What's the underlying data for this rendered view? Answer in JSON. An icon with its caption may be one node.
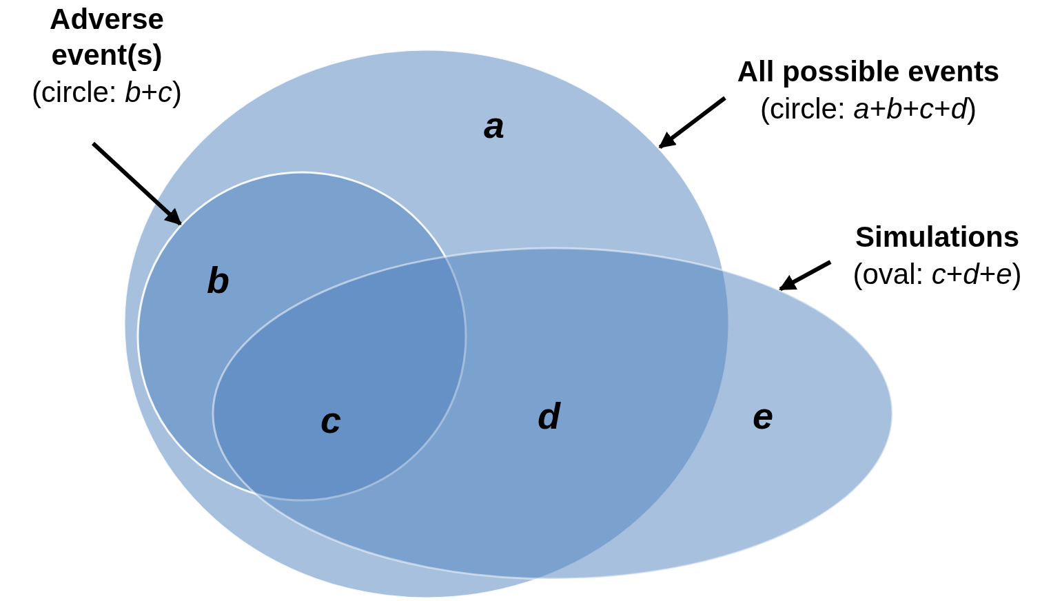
{
  "diagram": {
    "nodes": [
      {
        "text": [
          "Adverse event(s)",
          "(circle: *b*+*c*)"
        ]
      },
      {
        "text": [
          "All possible events",
          "(circle: *a*+*b*+*c*+*d*)"
        ]
      },
      {
        "text": [],
        "shape": "circle"
      },
      {
        "text": [],
        "shape": "circle",
        "in": 2
      },
      {
        "text": [
          "Simulations",
          "(oval: *c*+*d*+*e*)"
        ]
      },
      {
        "text": [],
        "shape": "oval"
      }
    ],
    "edges": [
      {
        "from": 0,
        "to": 3,
        "arrow": "to"
      },
      {
        "from": 1,
        "to": 2,
        "arrow": "to"
      },
      {
        "from": 4,
        "to": 5,
        "arrow": "to"
      }
    ],
    "labels": [
      "a",
      "b",
      "c",
      "d",
      "e"
    ]
  }
}
